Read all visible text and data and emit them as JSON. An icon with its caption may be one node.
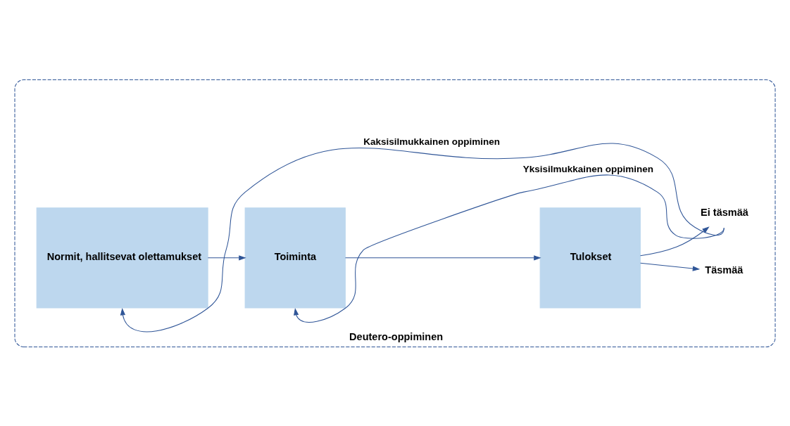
{
  "diagram": {
    "nodes": [
      {
        "text": [
          "Deutero-oppiminen"
        ]
      },
      {
        "text": [
          "Normit, hallitsevat olettamukset"
        ],
        "in": 0
      },
      {
        "text": [
          "Toiminta"
        ],
        "in": 0
      },
      {
        "text": [
          "Tulokset"
        ],
        "in": 0
      },
      {
        "text": [
          "Täsmää"
        ],
        "in": 0
      },
      {
        "text": [
          "Ei täsmää"
        ],
        "in": 0
      }
    ],
    "edges": [
      {
        "from": 1,
        "to": 2,
        "arrow": "to"
      },
      {
        "from": 2,
        "to": 3,
        "arrow": "to"
      },
      {
        "from": 3,
        "to": 4,
        "arrow": "to"
      },
      {
        "from": 3,
        "to": 5,
        "arrow": "to"
      },
      {
        "from": 5,
        "to": 2,
        "arrow": "to",
        "label": "Yksisilmukkainen oppiminen"
      },
      {
        "from": 5,
        "to": 1,
        "arrow": "to",
        "label": "Kaksisilmukkainen oppiminen"
      }
    ]
  }
}
